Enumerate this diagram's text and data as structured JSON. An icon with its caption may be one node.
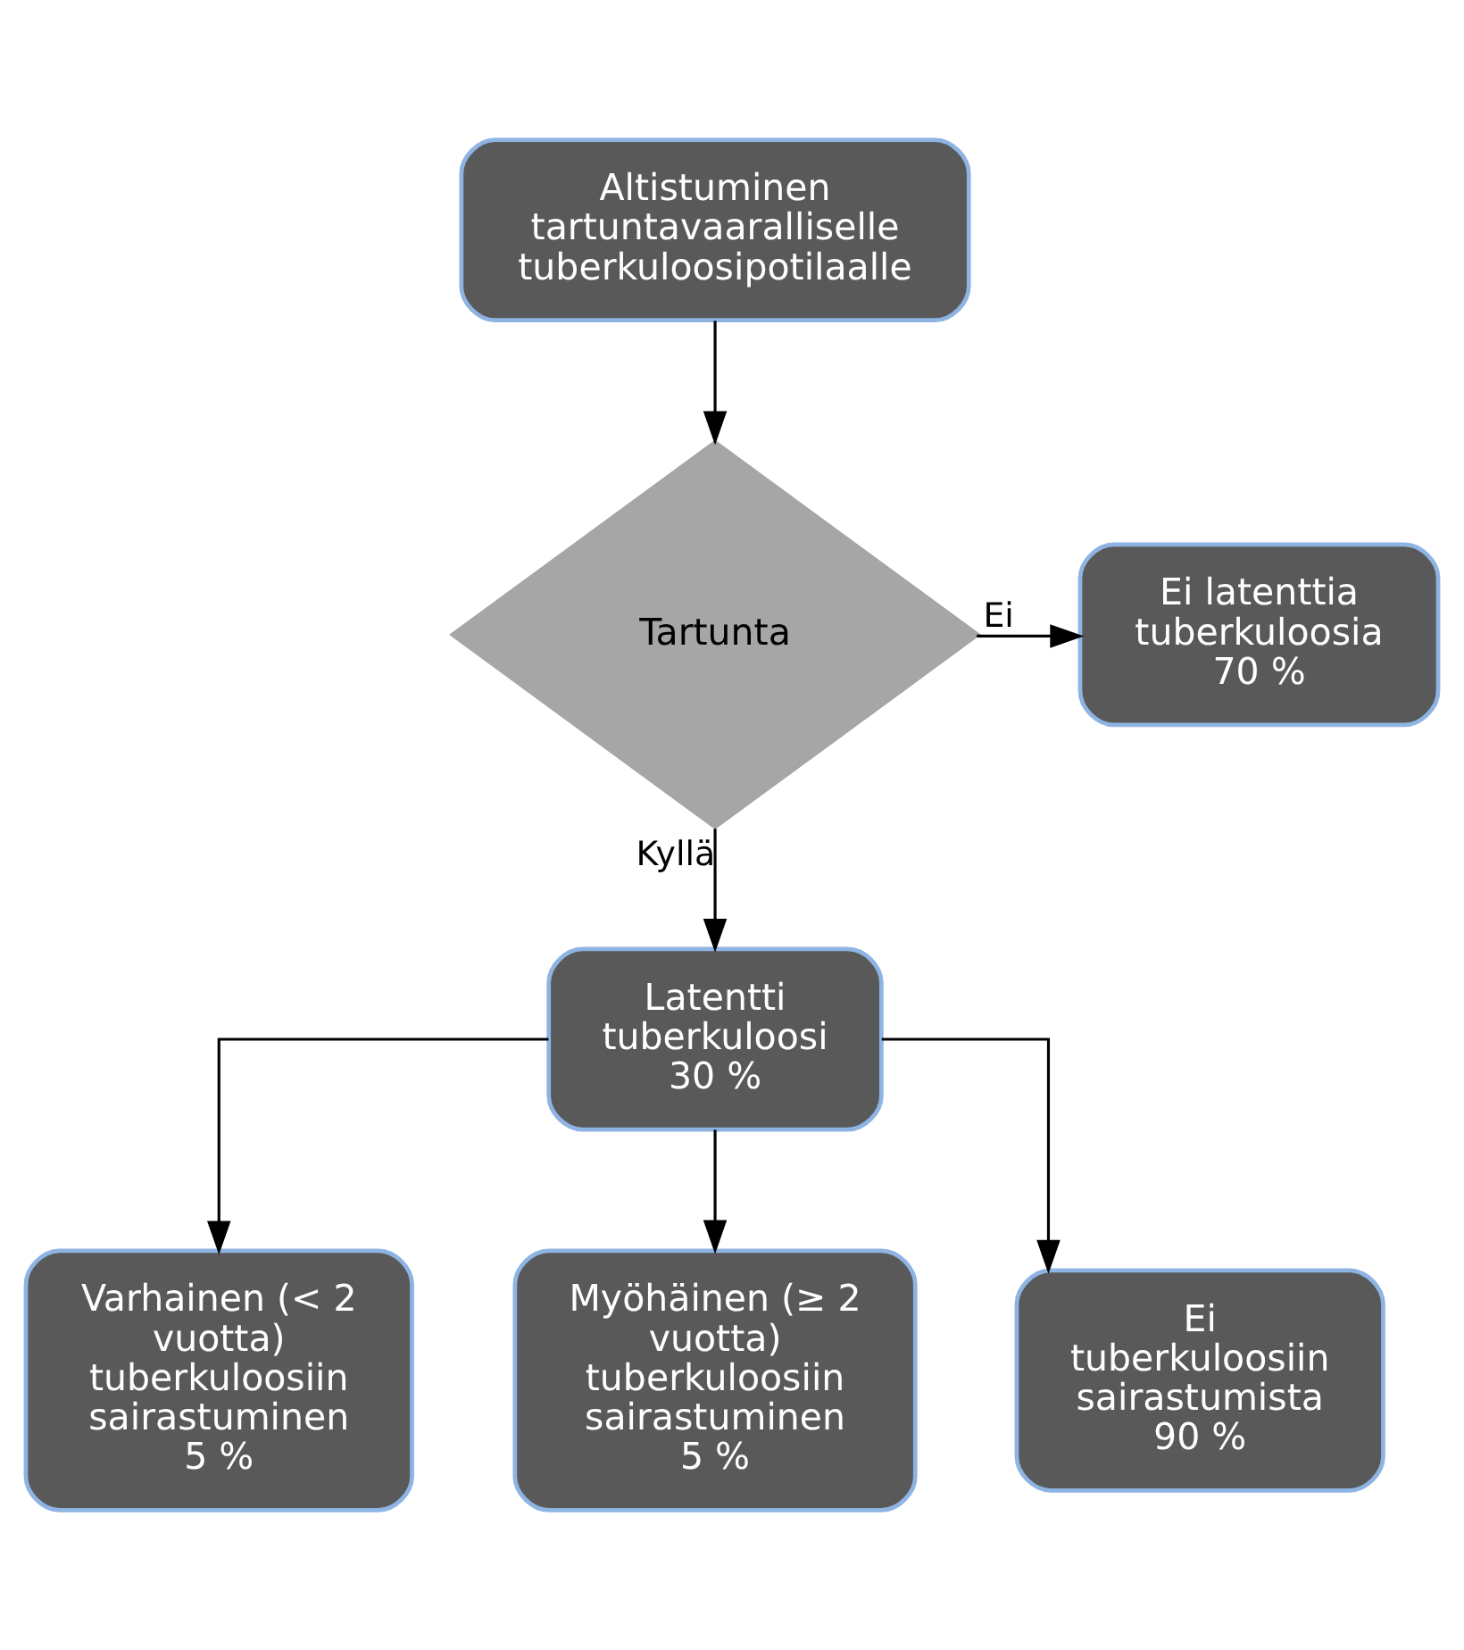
{
  "diagram": {
    "nodes": [
      {
        "text": [
          "Altistuminen tartuntavaaralliselle tuberkuloosipotilaalle"
        ]
      },
      {
        "text": [
          "Tartunta"
        ]
      },
      {
        "text": [
          "Ei latenttia tuberkuloosia 70 %"
        ]
      },
      {
        "text": [
          "Latentti tuberkuloosi 30 %"
        ]
      },
      {
        "text": [
          "Varhainen (< 2 vuotta) tuberkuloosiin sairastuminen 5 %"
        ]
      },
      {
        "text": [
          "Myöhäinen (≥ 2 vuotta) tuberkuloosiin sairastuminen 5 %"
        ]
      },
      {
        "text": [
          "Ei tuberkuloosiin sairastumista 90 %"
        ]
      }
    ],
    "edges": [
      {
        "from": 0,
        "to": 1,
        "arrow": "to"
      },
      {
        "from": 1,
        "to": 2,
        "arrow": "to",
        "label": "Ei"
      },
      {
        "from": 1,
        "to": 3,
        "arrow": "to",
        "label": "Kyllä"
      },
      {
        "from": 3,
        "to": 4,
        "arrow": "to"
      },
      {
        "from": 3,
        "to": 5,
        "arrow": "to"
      },
      {
        "from": 3,
        "to": 6,
        "arrow": "to"
      }
    ]
  }
}
